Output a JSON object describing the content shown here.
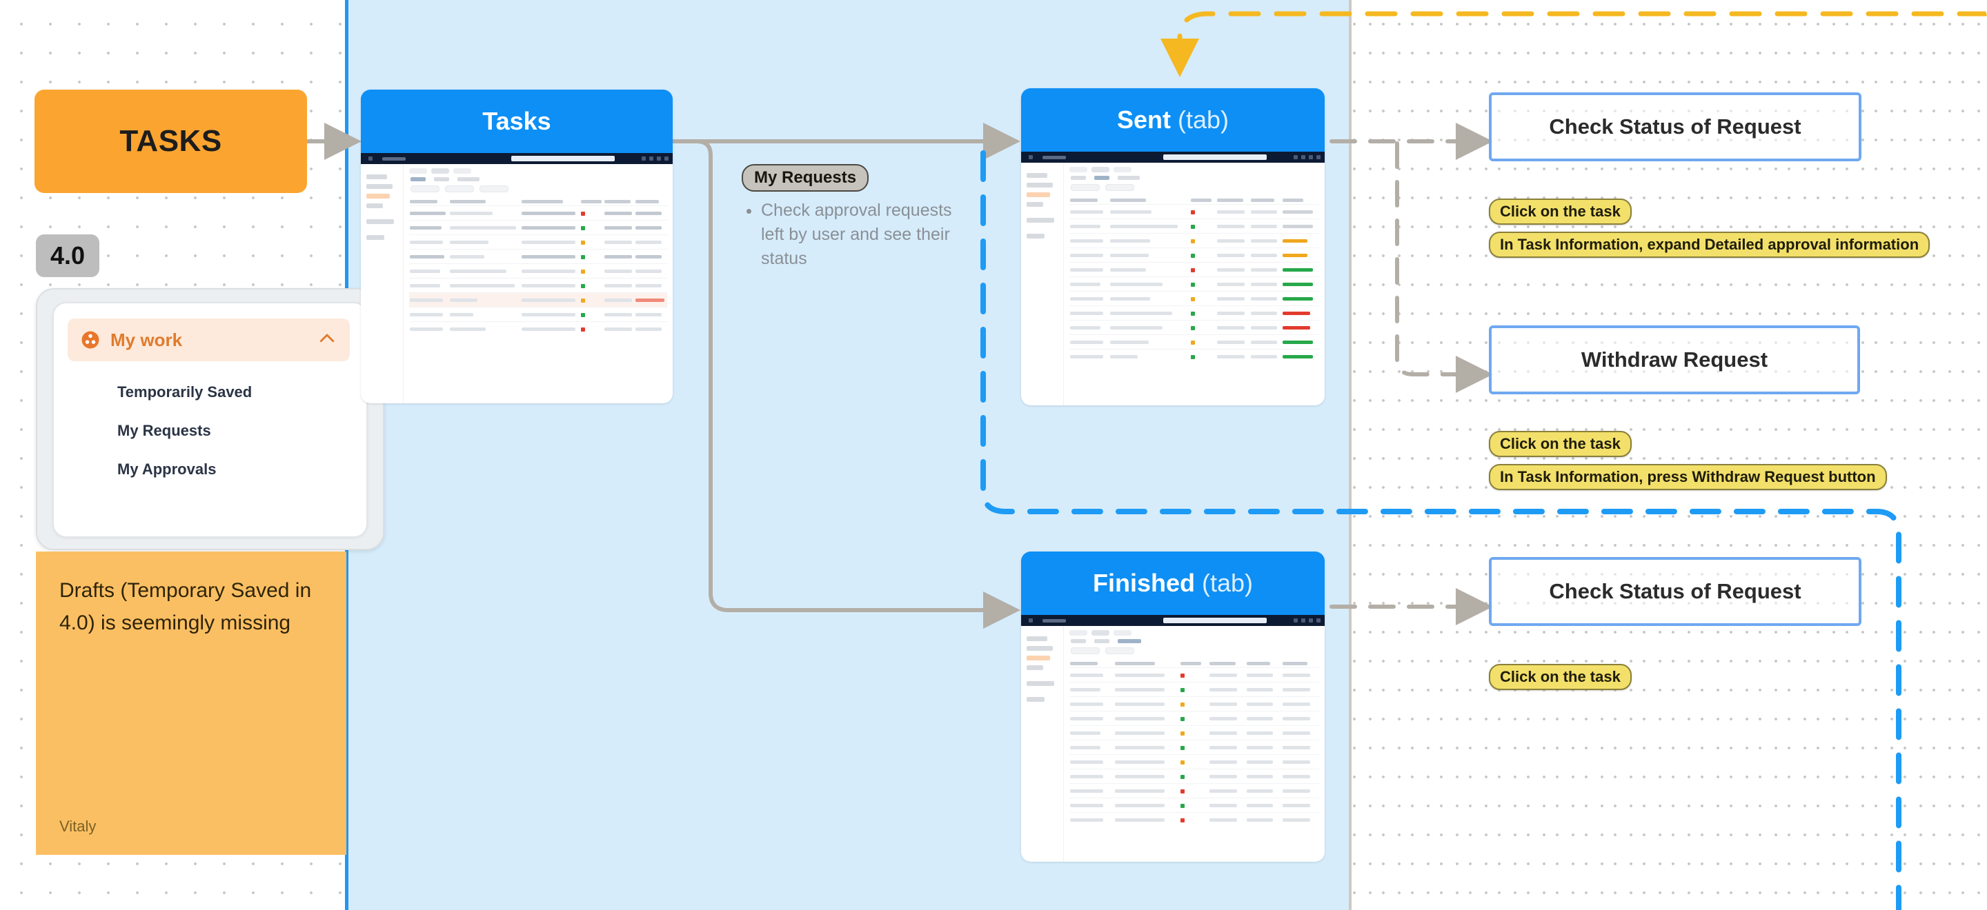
{
  "board": {
    "regions": [
      {
        "name": "left-white-region"
      },
      {
        "name": "center-blue-region"
      },
      {
        "name": "right-white-region"
      }
    ]
  },
  "start": {
    "label": "TASKS",
    "version_badge": "4.0"
  },
  "my_work_panel": {
    "header": "My work",
    "header_icon": "my-work-icon",
    "collapse_icon": "chevron-up-icon",
    "items": [
      {
        "label": "Temporarily Saved"
      },
      {
        "label": "My Requests"
      },
      {
        "label": "My Approvals"
      }
    ]
  },
  "sticky_note": {
    "text": "Drafts (Temporary Saved in 4.0) is seemingly missing",
    "author": "Vitaly"
  },
  "tasks_card": {
    "title": "Tasks",
    "title_suffix": ""
  },
  "my_requests_note": {
    "chip": "My Requests",
    "bullets": [
      "Check approval requests left by user and see their status"
    ]
  },
  "sent_card": {
    "title": "Sent",
    "title_suffix": "(tab)"
  },
  "finished_card": {
    "title": "Finished",
    "title_suffix": "(tab)"
  },
  "outcomes": [
    {
      "title": "Check Status of Request",
      "steps": [
        "Click on the task",
        "In Task Information, expand Detailed approval information"
      ]
    },
    {
      "title": "Withdraw Request",
      "steps": [
        "Click on the task",
        "In Task Information, press Withdraw Request button"
      ]
    },
    {
      "title": "Check Status of Request",
      "steps": [
        "Click on the task"
      ]
    }
  ],
  "colors": {
    "orange": "#fba530",
    "sticky": "#fbbf63",
    "blue_card": "#0d8ff5",
    "region_blue": "#d6ecfb",
    "outline_blue": "#6fa8f0",
    "pill_yellow": "#f2e06a",
    "wire_gray": "#b3aea6",
    "wire_yellow": "#f5b820",
    "wire_blue": "#2196f3",
    "accent_orange": "#e07b2e"
  }
}
